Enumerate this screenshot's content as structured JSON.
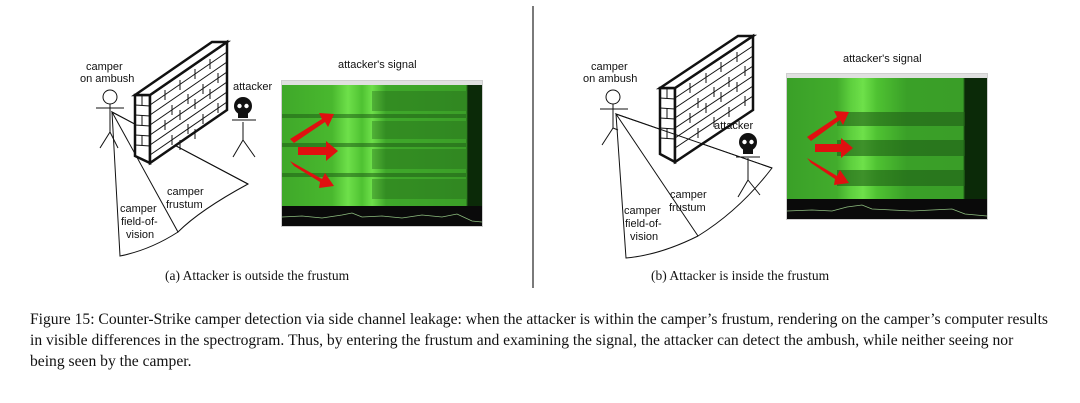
{
  "figure": {
    "number": "Figure 15",
    "caption": "Figure 15: Counter-Strike camper detection via side channel leakage: when the attacker is within the camper’s frustum, rendering on the camper’s computer results in visible differences in the spectrogram. Thus, by entering the frustum and examining the signal, the attacker can detect the ambush, while neither seeing nor being seen by the camper."
  },
  "panels": [
    {
      "id": "a",
      "subcaption": "(a) Attacker is outside the frustum",
      "labels": {
        "camper_line1": "camper",
        "camper_line2": "on ambush",
        "attacker": "attacker",
        "frustum_line1": "camper",
        "frustum_line2": "frustum",
        "fov_line1": "camper",
        "fov_line2": "field-of-",
        "fov_line3": "vision"
      },
      "spectrogram_title": "attacker's signal",
      "attacker_in_frustum": false
    },
    {
      "id": "b",
      "subcaption": "(b) Attacker is inside the frustum",
      "labels": {
        "camper_line1": "camper",
        "camper_line2": "on ambush",
        "attacker": "attacker",
        "frustum_line1": "camper",
        "frustum_line2": "frustum",
        "fov_line1": "camper",
        "fov_line2": "field-of-",
        "fov_line3": "vision"
      },
      "spectrogram_title": "attacker's signal",
      "attacker_in_frustum": true
    }
  ],
  "colors": {
    "spectrogram_green": "#3fae2a",
    "spectrogram_bright": "#6ee04a",
    "spectrogram_dark": "#1f5e16",
    "arrow_red": "#e01010",
    "divider": "#7a7a7a"
  }
}
